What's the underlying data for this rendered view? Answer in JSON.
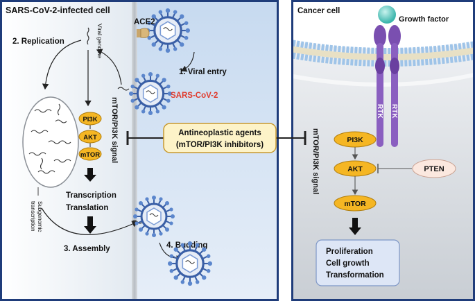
{
  "left_panel": {
    "title": "SARS-CoV-2-infected cell",
    "viral_genome": "Viral genome",
    "step_replication": "2. Replication",
    "step_entry": "1. Viral entry",
    "step_assembly": "3. Assembly",
    "step_budding": "4. Budding",
    "receptor": "ACE2",
    "virus_label": "SARS-CoV-2",
    "signal_label": "mTOR/PI3K signal",
    "subgenomic_line1": "Subgenomic",
    "subgenomic_line2": "transcription",
    "pathway": [
      "PI3K",
      "AKT",
      "mTOR"
    ],
    "transcription": "Transcription",
    "translation": "Translation"
  },
  "center": {
    "line1": "Antineoplastic agents",
    "line2": "(mTOR/PI3K inhibitors)"
  },
  "right_panel": {
    "title": "Cancer cell",
    "growth_factor": "Growth factor",
    "receptor_label": "RTK",
    "signal_label": "mTOR/PI3K signal",
    "pathway": [
      "PI3K",
      "AKT",
      "mTOR"
    ],
    "inhibitor": "PTEN",
    "outcomes": [
      "Proliferation",
      "Cell growth",
      "Transformation"
    ]
  },
  "colors": {
    "panel_border": "#1f3c7a",
    "node_fill": "#f5b623",
    "virus_text": "#e03a2c",
    "receptor": "#7a4fb0",
    "growth_factor": "#5fd0c8",
    "pten_fill": "#fbe8df",
    "outcome_fill": "#dde6f6",
    "agent_fill": "#fdf3c8"
  }
}
